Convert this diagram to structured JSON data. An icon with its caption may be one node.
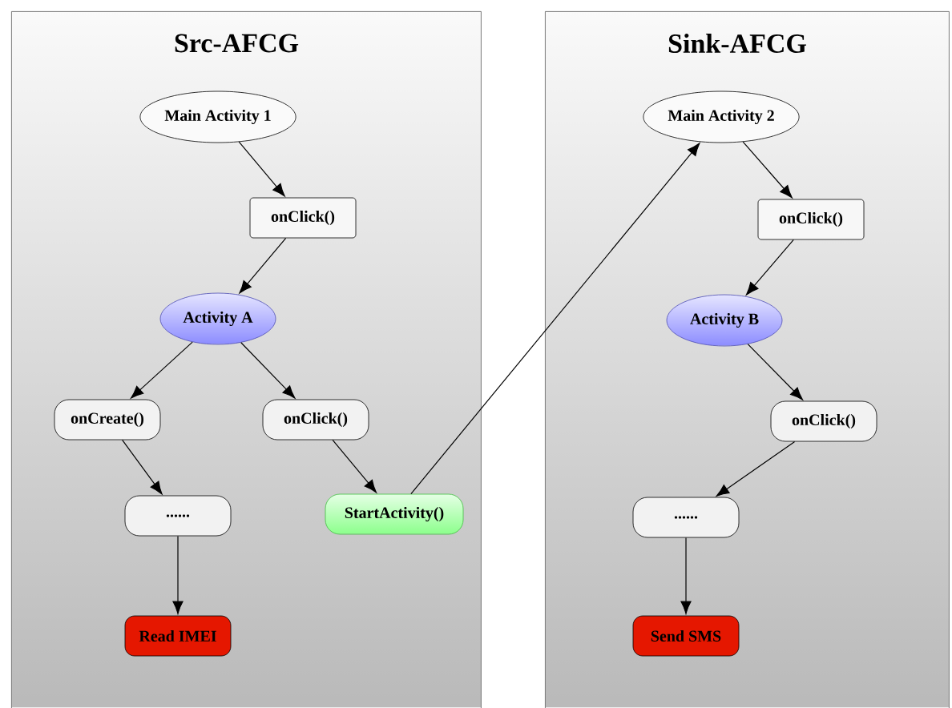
{
  "diagram": {
    "nodes": [
      {
        "text": [
          "Src-AFCG"
        ]
      },
      {
        "text": [
          "Main Activity 1"
        ],
        "in": 0
      },
      {
        "text": [
          "onClick()"
        ],
        "in": 0
      },
      {
        "text": [
          "Activity A"
        ],
        "in": 0
      },
      {
        "text": [
          "onCreate()"
        ],
        "in": 0
      },
      {
        "text": [
          "onClick()"
        ],
        "in": 0
      },
      {
        "text": [
          "......"
        ],
        "in": 0
      },
      {
        "text": [
          "StartActivity()"
        ],
        "in": 0
      },
      {
        "text": [
          "Read IMEI"
        ],
        "in": 0
      },
      {
        "text": [
          "Sink-AFCG"
        ]
      },
      {
        "text": [
          "Main Activity 2"
        ],
        "in": 9
      },
      {
        "text": [
          "onClick()"
        ],
        "in": 9
      },
      {
        "text": [
          "Activity B"
        ],
        "in": 9
      },
      {
        "text": [
          "onClick()"
        ],
        "in": 9
      },
      {
        "text": [
          "......"
        ],
        "in": 9
      },
      {
        "text": [
          "Send SMS"
        ],
        "in": 9
      }
    ],
    "edges": [
      {
        "from": 1,
        "to": 2,
        "arrow": "to"
      },
      {
        "from": 2,
        "to": 3,
        "arrow": "to"
      },
      {
        "from": 3,
        "to": 4,
        "arrow": "to"
      },
      {
        "from": 3,
        "to": 5,
        "arrow": "to"
      },
      {
        "from": 4,
        "to": 6,
        "arrow": "to"
      },
      {
        "from": 5,
        "to": 7,
        "arrow": "to"
      },
      {
        "from": 6,
        "to": 8,
        "arrow": "to"
      },
      {
        "from": 7,
        "to": 10,
        "arrow": "to"
      },
      {
        "from": 10,
        "to": 11,
        "arrow": "to"
      },
      {
        "from": 11,
        "to": 12,
        "arrow": "to"
      },
      {
        "from": 12,
        "to": 13,
        "arrow": "to"
      },
      {
        "from": 13,
        "to": 14,
        "arrow": "to"
      },
      {
        "from": 14,
        "to": 15,
        "arrow": "to"
      }
    ]
  }
}
